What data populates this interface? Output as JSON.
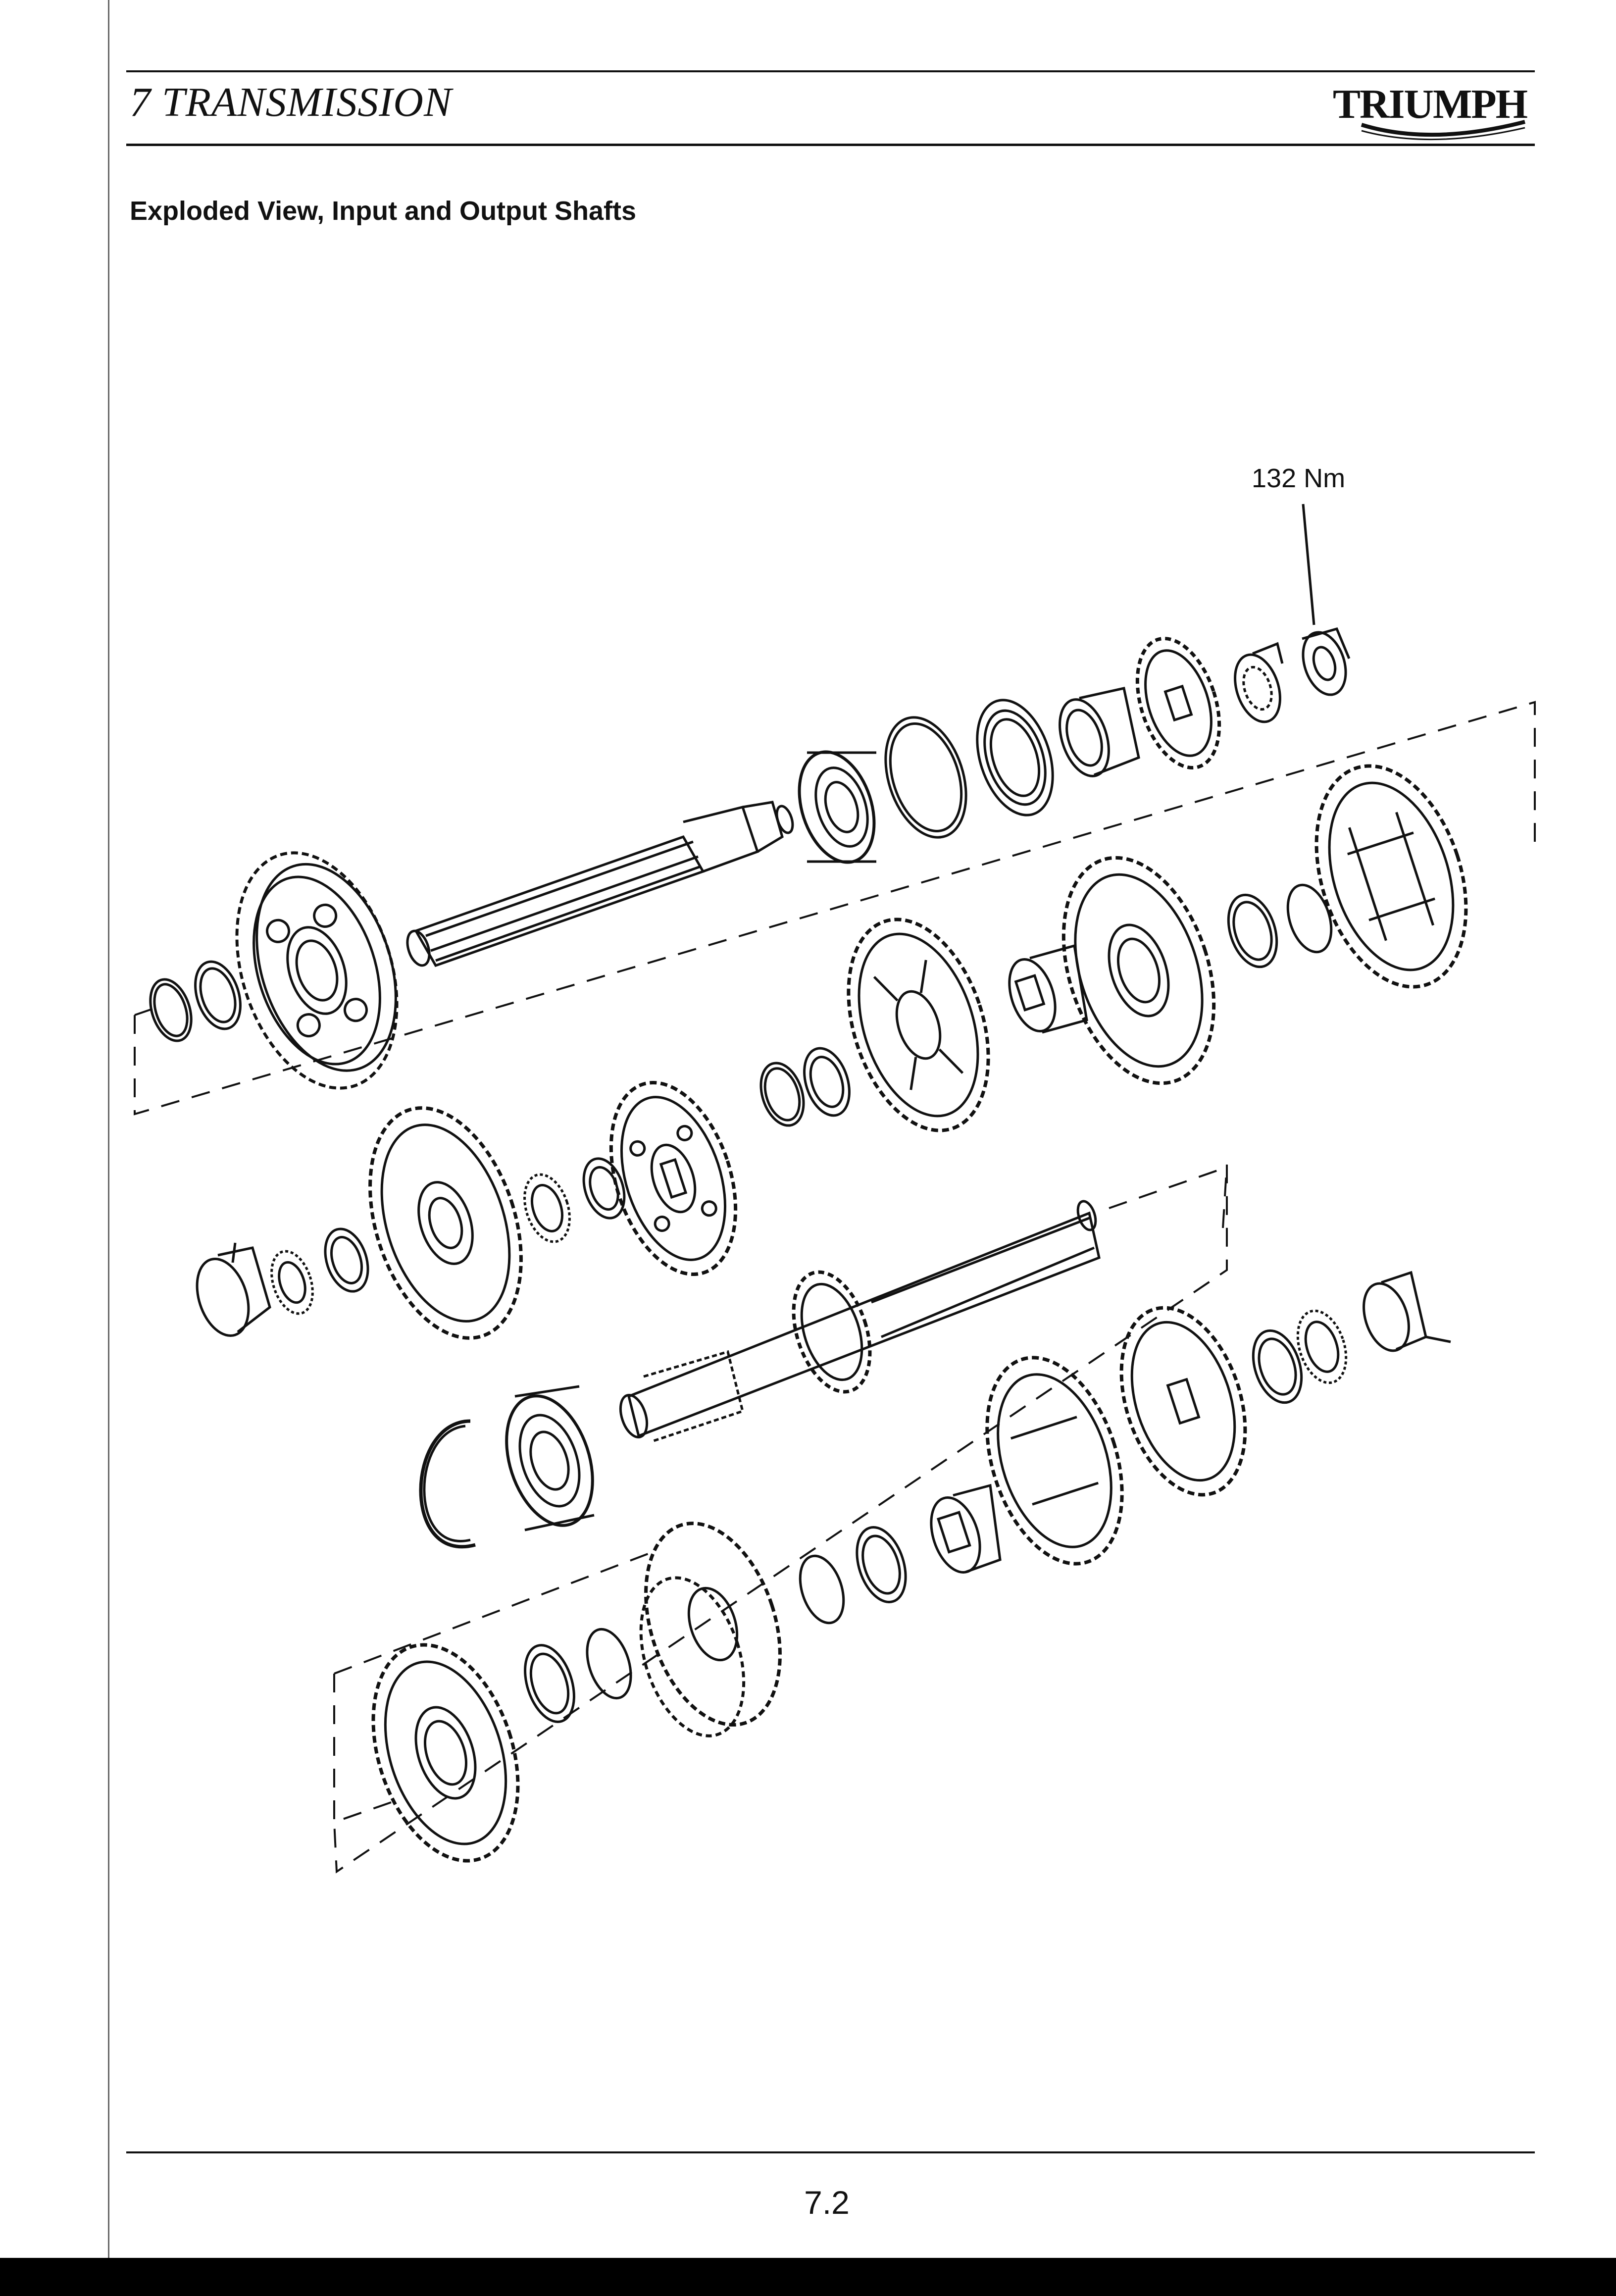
{
  "header": {
    "chapter": "7 TRANSMISSION",
    "brand": "TRIUMPH"
  },
  "section": {
    "title": "Exploded View, Input and Output Shafts"
  },
  "diagram": {
    "torque_label": "132 Nm"
  },
  "footer": {
    "page_number": "7.2"
  }
}
